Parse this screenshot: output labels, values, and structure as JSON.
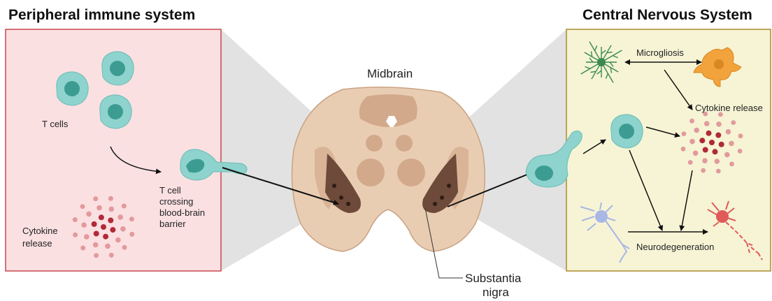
{
  "titles": {
    "peripheral": "Peripheral immune system",
    "cns": "Central Nervous System"
  },
  "peripheral_panel": {
    "t_cells_label": "T cells",
    "crossing_label": [
      "T cell",
      "crossing",
      "blood-brain",
      "barrier"
    ],
    "cytokine_label": [
      "Cytokine",
      "release"
    ]
  },
  "midbrain": {
    "label": "Midbrain",
    "substantia_nigra_label": [
      "Substantia",
      "nigra"
    ]
  },
  "cns_panel": {
    "microgliosis_label": "Microgliosis",
    "cytokine_label": "Cytokine release",
    "neurodegeneration_label": "Neurodegeneration"
  },
  "colors": {
    "peripheral_bg": "#fbe0e2",
    "peripheral_border": "#c8474d",
    "cns_bg": "#f6f4d5",
    "cns_border": "#a88b2c",
    "t_cell": "#8ed3cd",
    "t_cell_nucleus": "#3c9c92",
    "cytokine_dark": "#b02a37",
    "cytokine_light": "#e29a9c",
    "brain_outer": "#e9cdb3",
    "brain_inner": "#d2a98b",
    "microglia_resting": "#3a8a4f",
    "microglia_active": "#f2a33c",
    "neuron_healthy": "#a9b7e4",
    "neuron_damaged": "#e05a5a"
  }
}
